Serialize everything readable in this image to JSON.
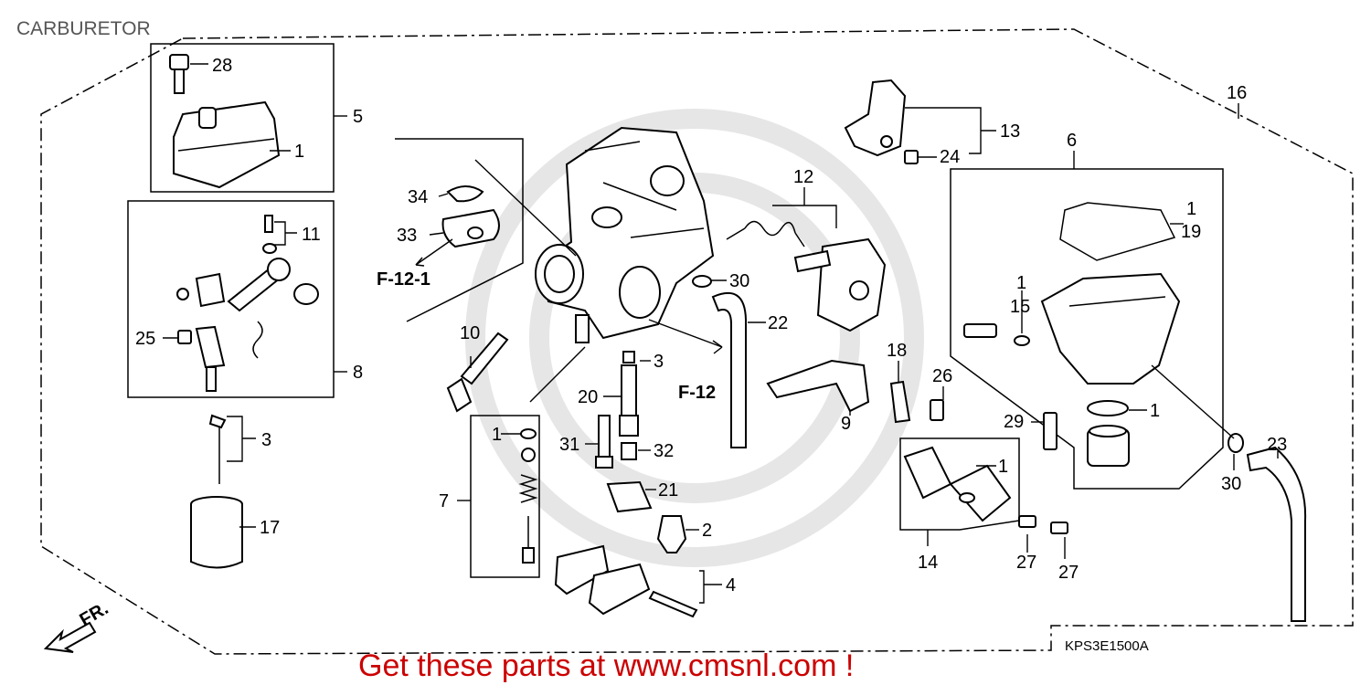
{
  "title": "CARBURETOR",
  "diagram_code": "KPS3E1500A",
  "promo_text": "Get these parts at www.cmsnl.com !",
  "front_marker": "FR.",
  "references": [
    "F-12-1",
    "F-12"
  ],
  "callouts": [
    "28",
    "5",
    "1",
    "11",
    "8",
    "25",
    "3",
    "17",
    "34",
    "33",
    "10",
    "1",
    "7",
    "20",
    "31",
    "32",
    "21",
    "2",
    "4",
    "3",
    "30",
    "22",
    "12",
    "13",
    "24",
    "6",
    "1",
    "19",
    "1",
    "15",
    "18",
    "26",
    "9",
    "29",
    "1",
    "14",
    "27",
    "27",
    "30",
    "23",
    "16"
  ],
  "colors": {
    "promo": "#cc0000",
    "title": "#555555",
    "lines": "#000000"
  }
}
